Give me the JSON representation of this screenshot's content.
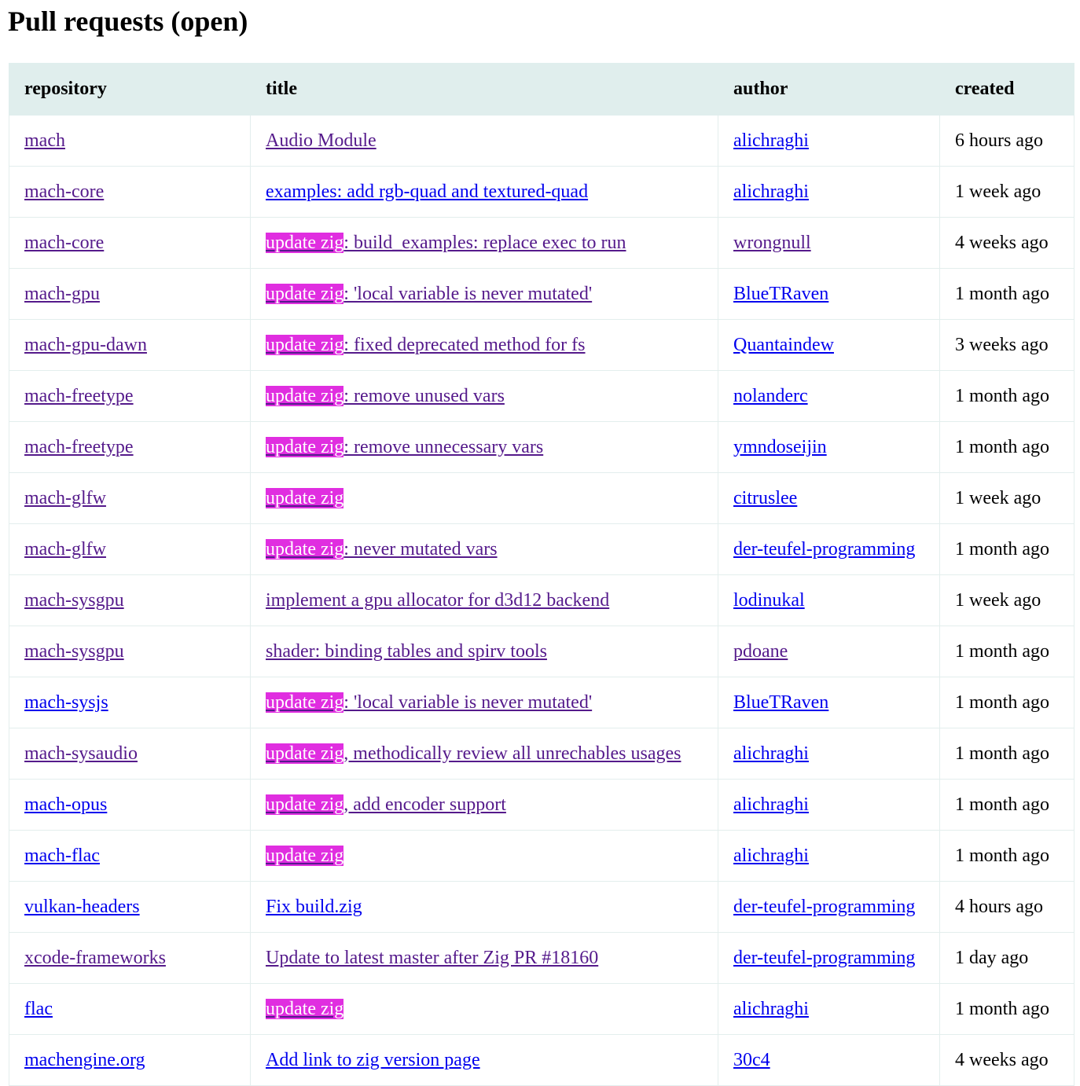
{
  "page_title": "Pull requests (open)",
  "colors": {
    "tag_bg": "#e02ee0",
    "header_bg": "#e0eeed",
    "visited": "#551a8b",
    "unvisited": "#0000ee"
  },
  "columns": [
    "repository",
    "title",
    "author",
    "created"
  ],
  "rows": [
    {
      "repository": "mach",
      "tag": "",
      "title": "Audio Module",
      "author": "alichraghi",
      "created": "6 hours ago",
      "repo_visited": true,
      "title_visited": true,
      "author_visited": false
    },
    {
      "repository": "mach-core",
      "tag": "",
      "title": "examples: add rgb-quad and textured-quad",
      "author": "alichraghi",
      "created": "1 week ago",
      "repo_visited": true,
      "title_visited": false,
      "author_visited": false
    },
    {
      "repository": "mach-core",
      "tag": "update zig",
      "title": ": build_examples: replace exec to run",
      "author": "wrongnull",
      "created": "4 weeks ago",
      "repo_visited": true,
      "title_visited": true,
      "author_visited": true
    },
    {
      "repository": "mach-gpu",
      "tag": "update zig",
      "title": ": 'local variable is never mutated'",
      "author": "BlueTRaven",
      "created": "1 month ago",
      "repo_visited": true,
      "title_visited": true,
      "author_visited": false
    },
    {
      "repository": "mach-gpu-dawn",
      "tag": "update zig",
      "title": ": fixed deprecated method for fs",
      "author": "Quantaindew",
      "created": "3 weeks ago",
      "repo_visited": true,
      "title_visited": true,
      "author_visited": false
    },
    {
      "repository": "mach-freetype",
      "tag": "update zig",
      "title": ": remove unused vars",
      "author": "nolanderc",
      "created": "1 month ago",
      "repo_visited": true,
      "title_visited": true,
      "author_visited": false
    },
    {
      "repository": "mach-freetype",
      "tag": "update zig",
      "title": ": remove unnecessary vars",
      "author": "ymndoseijin",
      "created": "1 month ago",
      "repo_visited": true,
      "title_visited": true,
      "author_visited": false
    },
    {
      "repository": "mach-glfw",
      "tag": "update zig",
      "title": "",
      "author": "citruslee",
      "created": "1 week ago",
      "repo_visited": true,
      "title_visited": true,
      "author_visited": false
    },
    {
      "repository": "mach-glfw",
      "tag": "update zig",
      "title": ": never mutated vars",
      "author": "der-teufel-programming",
      "created": "1 month ago",
      "repo_visited": true,
      "title_visited": true,
      "author_visited": false
    },
    {
      "repository": "mach-sysgpu",
      "tag": "",
      "title": "implement a gpu allocator for d3d12 backend",
      "author": "lodinukal",
      "created": "1 week ago",
      "repo_visited": true,
      "title_visited": true,
      "author_visited": false
    },
    {
      "repository": "mach-sysgpu",
      "tag": "",
      "title": "shader: binding tables and spirv tools",
      "author": "pdoane",
      "created": "1 month ago",
      "repo_visited": true,
      "title_visited": true,
      "author_visited": true
    },
    {
      "repository": "mach-sysjs",
      "tag": "update zig",
      "title": ": 'local variable is never mutated'",
      "author": "BlueTRaven",
      "created": "1 month ago",
      "repo_visited": false,
      "title_visited": true,
      "author_visited": false
    },
    {
      "repository": "mach-sysaudio",
      "tag": "update zig",
      "title": ", methodically review all unrechables usages",
      "author": "alichraghi",
      "created": "1 month ago",
      "repo_visited": true,
      "title_visited": true,
      "author_visited": false
    },
    {
      "repository": "mach-opus",
      "tag": "update zig",
      "title": ", add encoder support",
      "author": "alichraghi",
      "created": "1 month ago",
      "repo_visited": false,
      "title_visited": true,
      "author_visited": false
    },
    {
      "repository": "mach-flac",
      "tag": "update zig",
      "title": "",
      "author": "alichraghi",
      "created": "1 month ago",
      "repo_visited": false,
      "title_visited": true,
      "author_visited": false
    },
    {
      "repository": "vulkan-headers",
      "tag": "",
      "title": "Fix build.zig",
      "author": "der-teufel-programming",
      "created": "4 hours ago",
      "repo_visited": false,
      "title_visited": false,
      "author_visited": false
    },
    {
      "repository": "xcode-frameworks",
      "tag": "",
      "title": "Update to latest master after Zig PR #18160",
      "author": "der-teufel-programming",
      "created": "1 day ago",
      "repo_visited": true,
      "title_visited": true,
      "author_visited": false
    },
    {
      "repository": "flac",
      "tag": "update zig",
      "title": "",
      "author": "alichraghi",
      "created": "1 month ago",
      "repo_visited": false,
      "title_visited": true,
      "author_visited": false
    },
    {
      "repository": "machengine.org",
      "tag": "",
      "title": "Add link to zig version page",
      "author": "30c4",
      "created": "4 weeks ago",
      "repo_visited": false,
      "title_visited": false,
      "author_visited": false
    }
  ]
}
